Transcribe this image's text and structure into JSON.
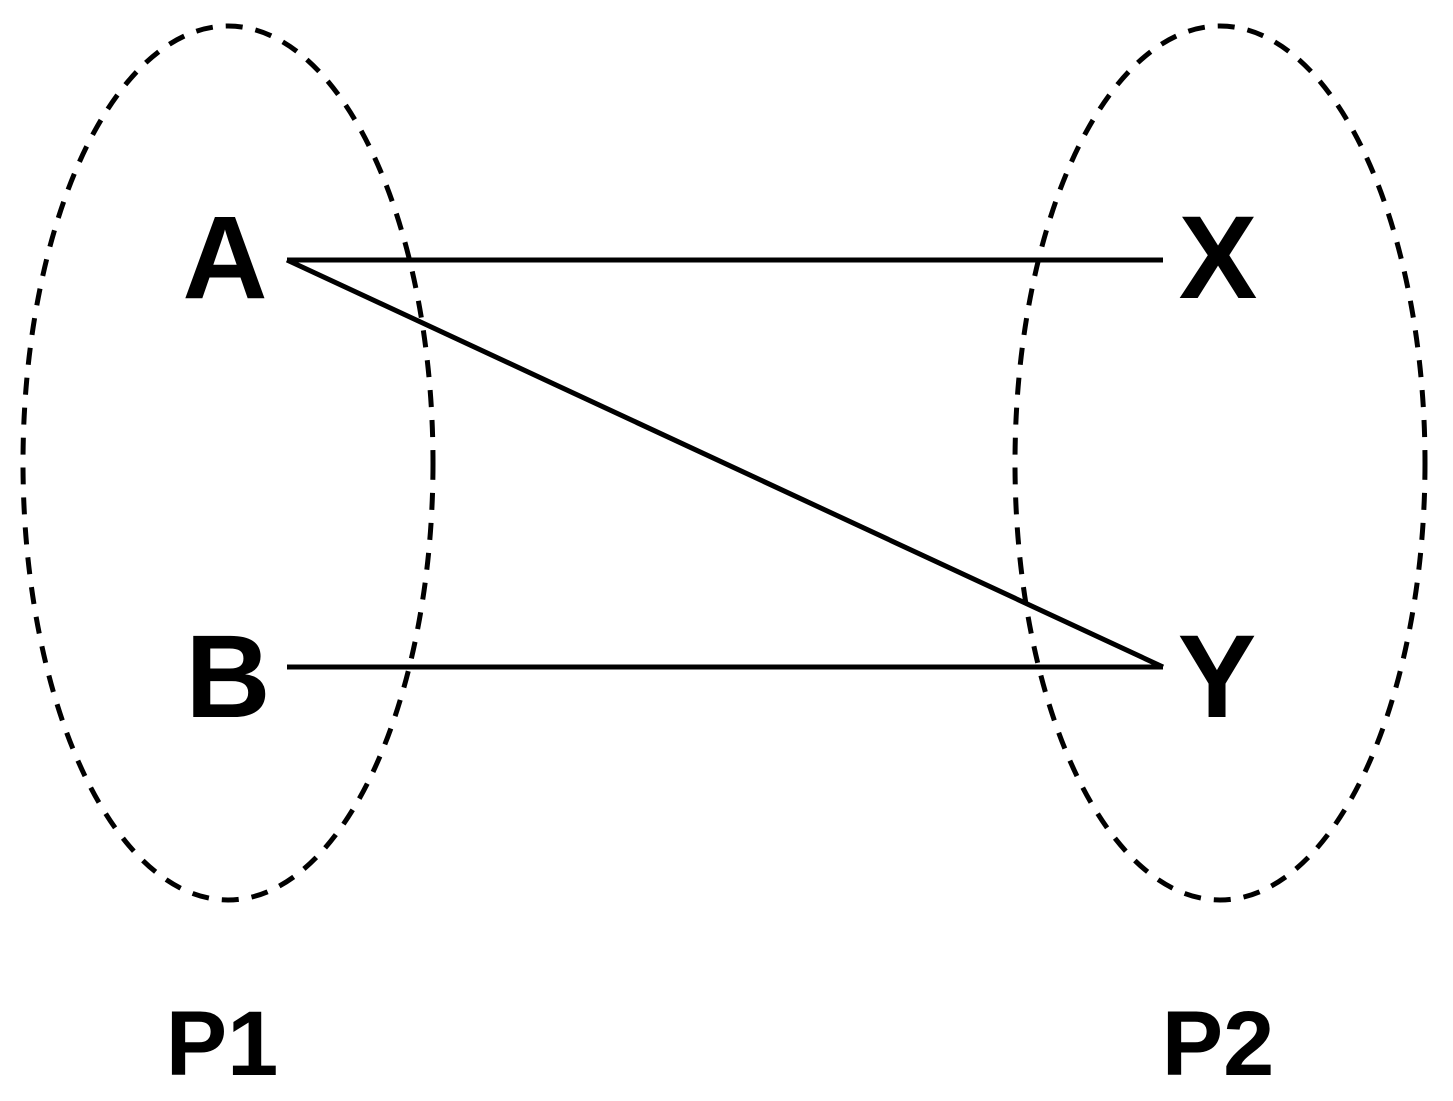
{
  "colors": {
    "background": "#ffffff",
    "ink": "#000000"
  },
  "partitions": [
    {
      "id": "p1",
      "label": "P1",
      "nodes": [
        "A",
        "B"
      ]
    },
    {
      "id": "p2",
      "label": "P2",
      "nodes": [
        "X",
        "Y"
      ]
    }
  ],
  "nodes": [
    {
      "id": "A",
      "label": "A"
    },
    {
      "id": "B",
      "label": "B"
    },
    {
      "id": "X",
      "label": "X"
    },
    {
      "id": "Y",
      "label": "Y"
    }
  ],
  "edges": [
    {
      "from": "A",
      "to": "X"
    },
    {
      "from": "A",
      "to": "Y"
    },
    {
      "from": "B",
      "to": "Y"
    }
  ]
}
